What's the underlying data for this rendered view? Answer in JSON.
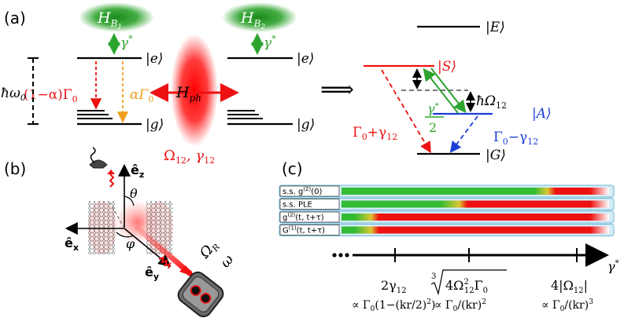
{
  "panel_labels": {
    "a": "(a)",
    "b": "(b)",
    "c": "(c)"
  },
  "panel_a": {
    "bath1": {
      "H": "H",
      "sub": "B",
      "subsub": "1"
    },
    "bath2": {
      "H": "H",
      "sub": "B",
      "subsub": "2"
    },
    "gamma_star": "γ",
    "gamma_star_sup": "*",
    "ket_e": "|e⟩",
    "ket_g": "|g⟩",
    "hbar_omega": "ħω",
    "hbar_omega_sub": "0",
    "decay_left": "(1−α)Γ",
    "decay_left_sub": "0",
    "decay_right": "αΓ",
    "decay_right_sub": "0",
    "Hph": "H",
    "Hph_sub": "ph",
    "coupling": "Ω",
    "coupling_sub": "12",
    "coupling_sep": ", γ",
    "coupling_sub2": "12",
    "implies": "⟹",
    "ket_E": "|E⟩",
    "ket_S": "|S⟩",
    "ket_A": "|A⟩",
    "ket_G": "|G⟩",
    "splitting": "ħΩ",
    "splitting_sub": "12",
    "frac_num": "γ",
    "frac_num_sup": "*",
    "frac_den": "2",
    "S_decay": "Γ",
    "S_decay_sub": "0",
    "S_decay_plus": "+γ",
    "S_decay_sub2": "12",
    "A_decay": "Γ",
    "A_decay_sub": "0",
    "A_decay_minus": "−γ",
    "A_decay_sub2": "12"
  },
  "panel_b": {
    "ez": "ê",
    "ez_sub": "z",
    "ex": "ê",
    "ex_sub": "x",
    "ey": "ê",
    "ey_sub": "y",
    "theta": "θ",
    "phi": "φ",
    "omega_R": "Ω",
    "omega_R_sub": "R",
    "omega": "ω"
  },
  "panel_c": {
    "rows": [
      {
        "label": "s.s. g",
        "sup": "(2)",
        "tail": "(0)",
        "transitions": [
          0.72,
          0.77,
          0.8
        ]
      },
      {
        "label": "s.s. PLE",
        "sup": "",
        "tail": "",
        "transitions": [
          0.37,
          0.44,
          0.47
        ]
      },
      {
        "label": "g",
        "sup": "(2)",
        "tail": "(t, t+τ)",
        "transitions": [
          0.05,
          0.11,
          0.14
        ]
      },
      {
        "label": "G",
        "sup": "(1)",
        "tail": "(t, t+τ)",
        "transitions": [
          0.05,
          0.11,
          0.14
        ]
      }
    ],
    "colors": {
      "green": "#33bb33",
      "yellow": "#d8c833",
      "red": "#ee1111",
      "row_bg": "#d5ecf5",
      "row_border": "#6fb7d5"
    },
    "axis_label": "γ",
    "axis_label_sup": "*",
    "ticks": [
      {
        "top": "2γ",
        "top_sub": "12",
        "bottom": "∝ Γ",
        "bottom_sub": "0",
        "bottom_tail": "(1−(kr/2)",
        "bottom_sup": "2",
        "bottom_end": ")"
      },
      {
        "root_index": "3",
        "top": "4Ω",
        "top_sup": "2",
        "top_sub": "12",
        "top_tail": "Γ",
        "top_tail_sub": "0",
        "bottom": "∝ Γ",
        "bottom_sub": "0",
        "bottom_tail": "/(kr)",
        "bottom_sup": "2",
        "bottom_end": ""
      },
      {
        "top": "4|Ω",
        "top_sub": "12",
        "top_tail": "|",
        "bottom": "∝ Γ",
        "bottom_sub": "0",
        "bottom_tail": "/(kr)",
        "bottom_sup": "3",
        "bottom_end": ""
      }
    ]
  }
}
